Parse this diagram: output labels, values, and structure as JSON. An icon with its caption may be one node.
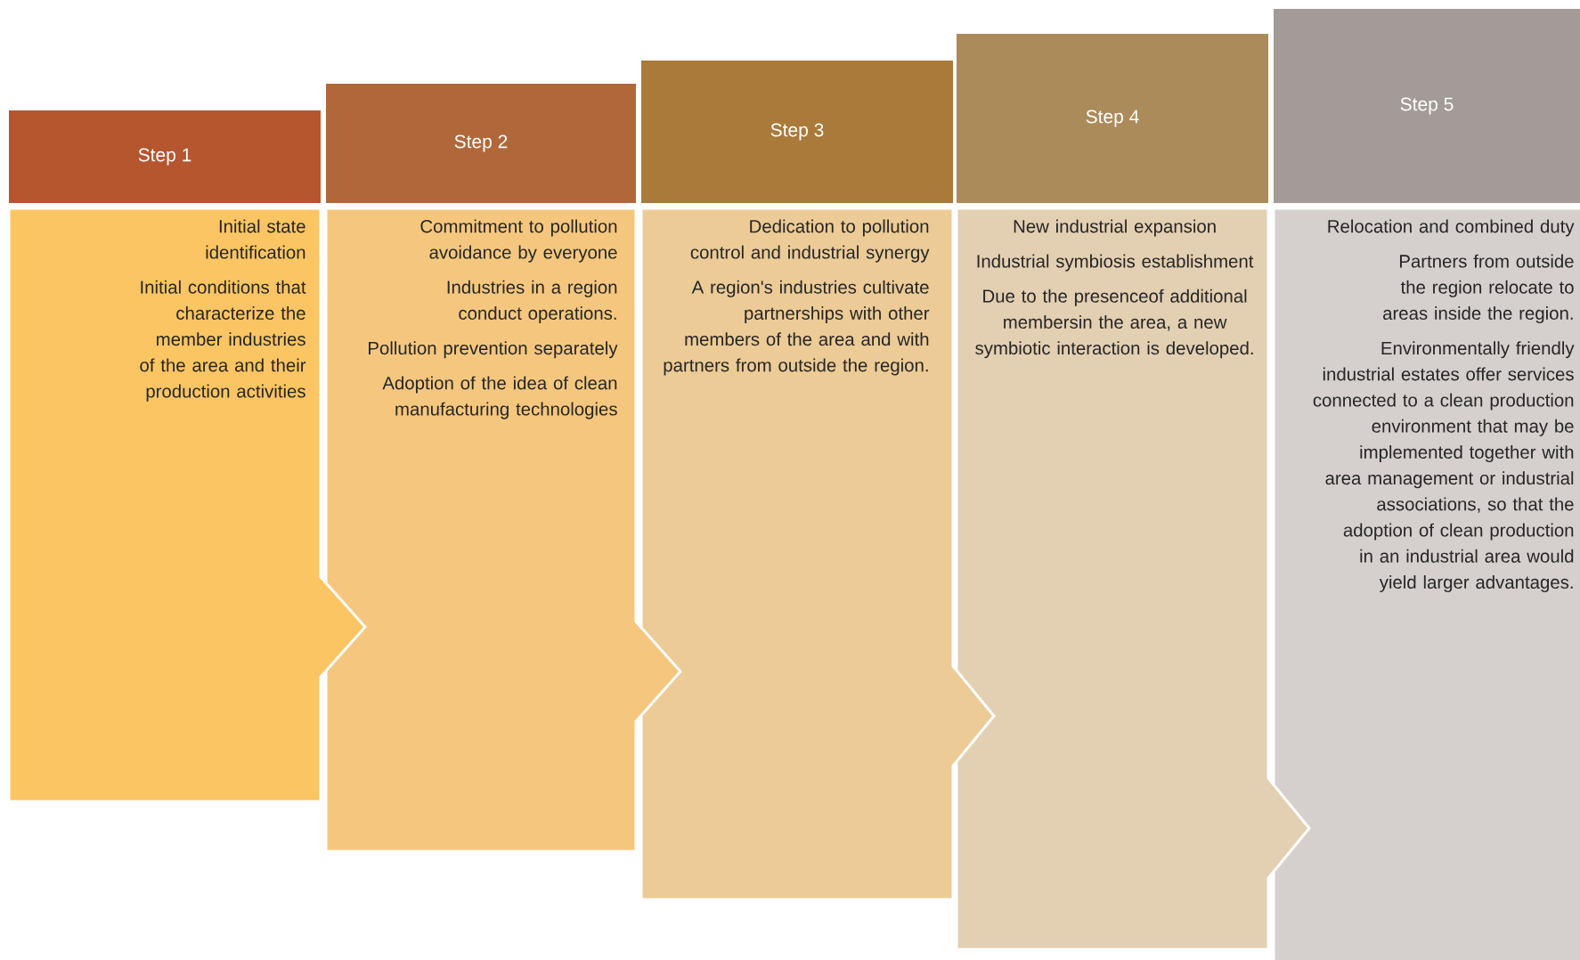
{
  "diagram": {
    "nodes": [
      {
        "text": [
          "Step 1"
        ]
      },
      {
        "text": [
          "Initial state identification",
          "Initial conditions that characterize the member industries of the area and their production activities"
        ]
      },
      {
        "text": [
          "Step 2"
        ]
      },
      {
        "text": [
          "Commitment to pollution avoidance by everyone",
          "Industries in a region conduct operations.",
          "Pollution prevention separately",
          "Adoption of the idea of clean manufacturing technologies"
        ]
      },
      {
        "text": [
          "Step 3"
        ]
      },
      {
        "text": [
          "Dedication to pollution control and industrial synergy",
          "A region's industries cultivate partnerships with other members of the area and with partners from outside the region."
        ]
      },
      {
        "text": [
          "Step 4"
        ]
      },
      {
        "text": [
          "New industrial expansion",
          "Industrial symbiosis establishment",
          "Due to the presenceof additional membersin the area, a new symbiotic interaction is developed."
        ]
      },
      {
        "text": [
          "Step 5"
        ]
      },
      {
        "text": [
          "Relocation and combined duty",
          "Partners from outside the region relocate to areas inside the region.",
          "Environmentally friendly industrial estates offer services connected to a clean production environment that may be implemented together with area management or industrial associations, so that the adoption of clean production in an industrial area would yield larger advantages."
        ]
      }
    ]
  }
}
